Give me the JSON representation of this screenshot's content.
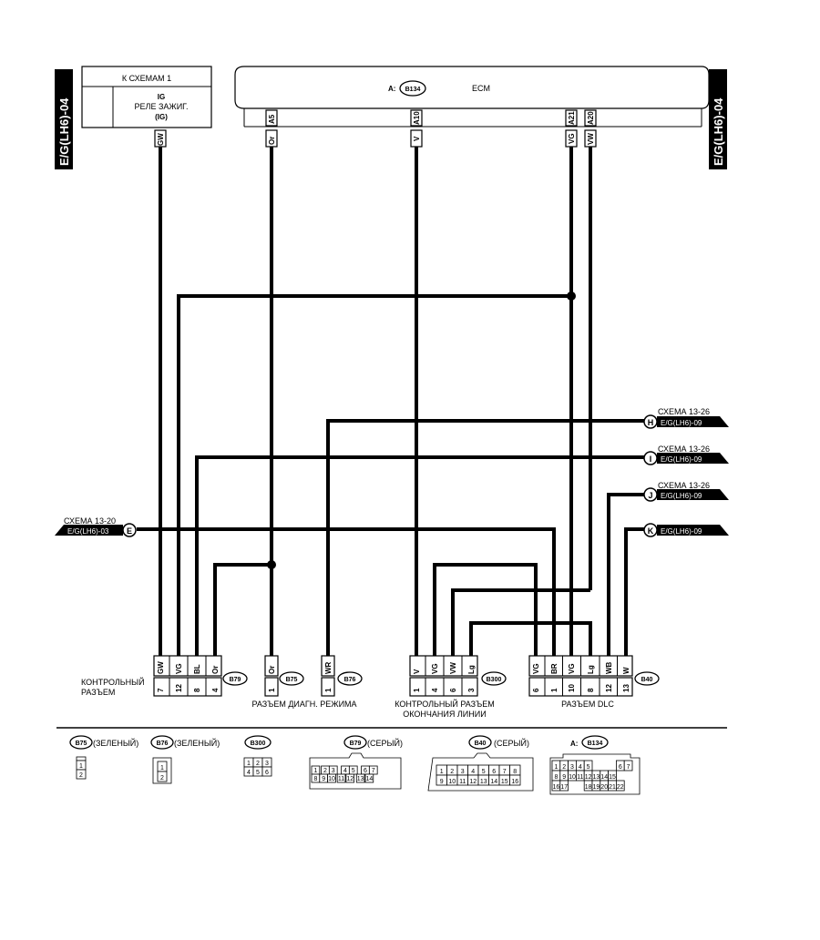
{
  "sheet": {
    "left_tag": "E/G(LH6)-04",
    "right_tag": "E/G(LH6)-04"
  },
  "ignition_box": {
    "header": "К СХЕМАМ 1",
    "ig": "IG",
    "relay": "РЕЛЕ ЗАЖИГ.",
    "ig_paren": "(IG)",
    "wire_color": "GW"
  },
  "ecm": {
    "prefix": "A:",
    "connector": "B134",
    "label": "ECM",
    "pins": [
      {
        "pin": "A5",
        "color": "Or"
      },
      {
        "pin": "A10",
        "color": "V"
      },
      {
        "pin": "A21",
        "color": "VG"
      },
      {
        "pin": "A20",
        "color": "VW"
      }
    ]
  },
  "offpage": [
    {
      "letter": "H",
      "ref": "СХЕМА 13-26",
      "target": "E/G(LH6)-09"
    },
    {
      "letter": "I",
      "ref": "СХЕМА 13-26",
      "target": "E/G(LH6)-09"
    },
    {
      "letter": "J",
      "ref": "СХЕМА 13-26",
      "target": "E/G(LH6)-09"
    },
    {
      "letter": "K",
      "ref": "",
      "target": "E/G(LH6)-09"
    },
    {
      "letter": "E",
      "ref": "СХЕМА 13-20",
      "target": "E/G(LH6)-03"
    }
  ],
  "connectors": {
    "b79": {
      "id": "B79",
      "label1": "КОНТРОЛЬНЫЙ",
      "label2": "РАЗЪЕМ",
      "pins": [
        {
          "color": "GW",
          "num": "7"
        },
        {
          "color": "VG",
          "num": "12"
        },
        {
          "color": "BL",
          "num": "8"
        },
        {
          "color": "Or",
          "num": "4"
        }
      ]
    },
    "b75": {
      "id": "B75",
      "pins": [
        {
          "color": "Or",
          "num": "1"
        }
      ]
    },
    "b76": {
      "id": "B76",
      "pins": [
        {
          "color": "WR",
          "num": "1"
        }
      ]
    },
    "b75_b76_label": "РАЗЪЕМ ДИАГН. РЕЖИМА",
    "b300": {
      "id": "B300",
      "label1": "КОНТРОЛЬНЫЙ РАЗЪЕМ",
      "label2": "ОКОНЧАНИЯ ЛИНИИ",
      "pins": [
        {
          "color": "V",
          "num": "1"
        },
        {
          "color": "VG",
          "num": "4"
        },
        {
          "color": "VW",
          "num": "6"
        },
        {
          "color": "Lg",
          "num": "3"
        }
      ]
    },
    "b40": {
      "id": "B40",
      "label": "РАЗЪЕМ DLC",
      "pins": [
        {
          "color": "VG",
          "num": "6"
        },
        {
          "color": "BR",
          "num": "1"
        },
        {
          "color": "VG",
          "num": "10"
        },
        {
          "color": "Lg",
          "num": "8"
        },
        {
          "color": "WB",
          "num": "12"
        },
        {
          "color": "W",
          "num": "13"
        }
      ]
    }
  },
  "legend": {
    "b75": {
      "id": "B75",
      "desc": "(ЗЕЛЕНЫЙ)",
      "cells": [
        "1",
        "2"
      ]
    },
    "b76": {
      "id": "B76",
      "desc": "(ЗЕЛЕНЫЙ)",
      "cells": [
        "1",
        "2"
      ]
    },
    "b300": {
      "id": "B300",
      "cells": [
        "1",
        "2",
        "3",
        "4",
        "5",
        "6"
      ]
    },
    "b79": {
      "id": "B79",
      "desc": "(СЕРЫЙ)",
      "cells": [
        "1",
        "2",
        "3",
        "4",
        "5",
        "6",
        "7",
        "8",
        "9",
        "10",
        "11",
        "12",
        "13",
        "14"
      ]
    },
    "b40": {
      "id": "B40",
      "desc": "(СЕРЫЙ)",
      "cells": [
        "1",
        "2",
        "3",
        "4",
        "5",
        "6",
        "7",
        "8",
        "9",
        "10",
        "11",
        "12",
        "13",
        "14",
        "15",
        "16"
      ]
    },
    "b134": {
      "prefix": "A:",
      "id": "B134",
      "cells": [
        "1",
        "2",
        "3",
        "4",
        "5",
        "6",
        "7",
        "8",
        "9",
        "10",
        "11",
        "12",
        "13",
        "14",
        "15",
        "16",
        "17",
        "18",
        "19",
        "20",
        "21",
        "22"
      ]
    }
  }
}
